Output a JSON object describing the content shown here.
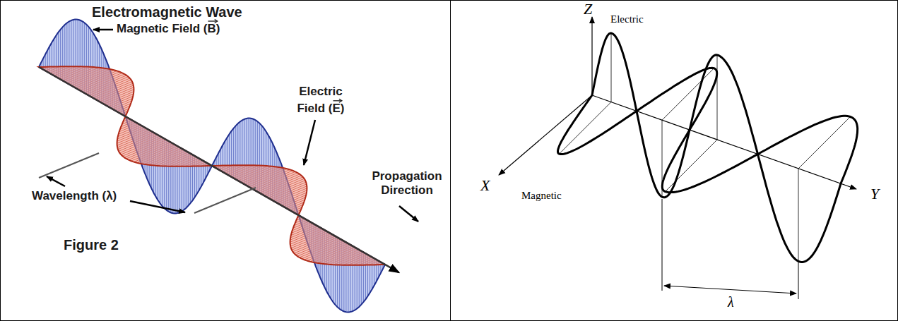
{
  "diagram": {
    "labels": [
      "Electromagnetic Wave",
      "Magnetic Field (B)",
      "Electric Field (E)",
      "Propagation Direction",
      "Wavelength (λ)",
      "Figure 2",
      "Z",
      "Electric",
      "X",
      "Magnetic",
      "Y",
      "λ"
    ]
  }
}
